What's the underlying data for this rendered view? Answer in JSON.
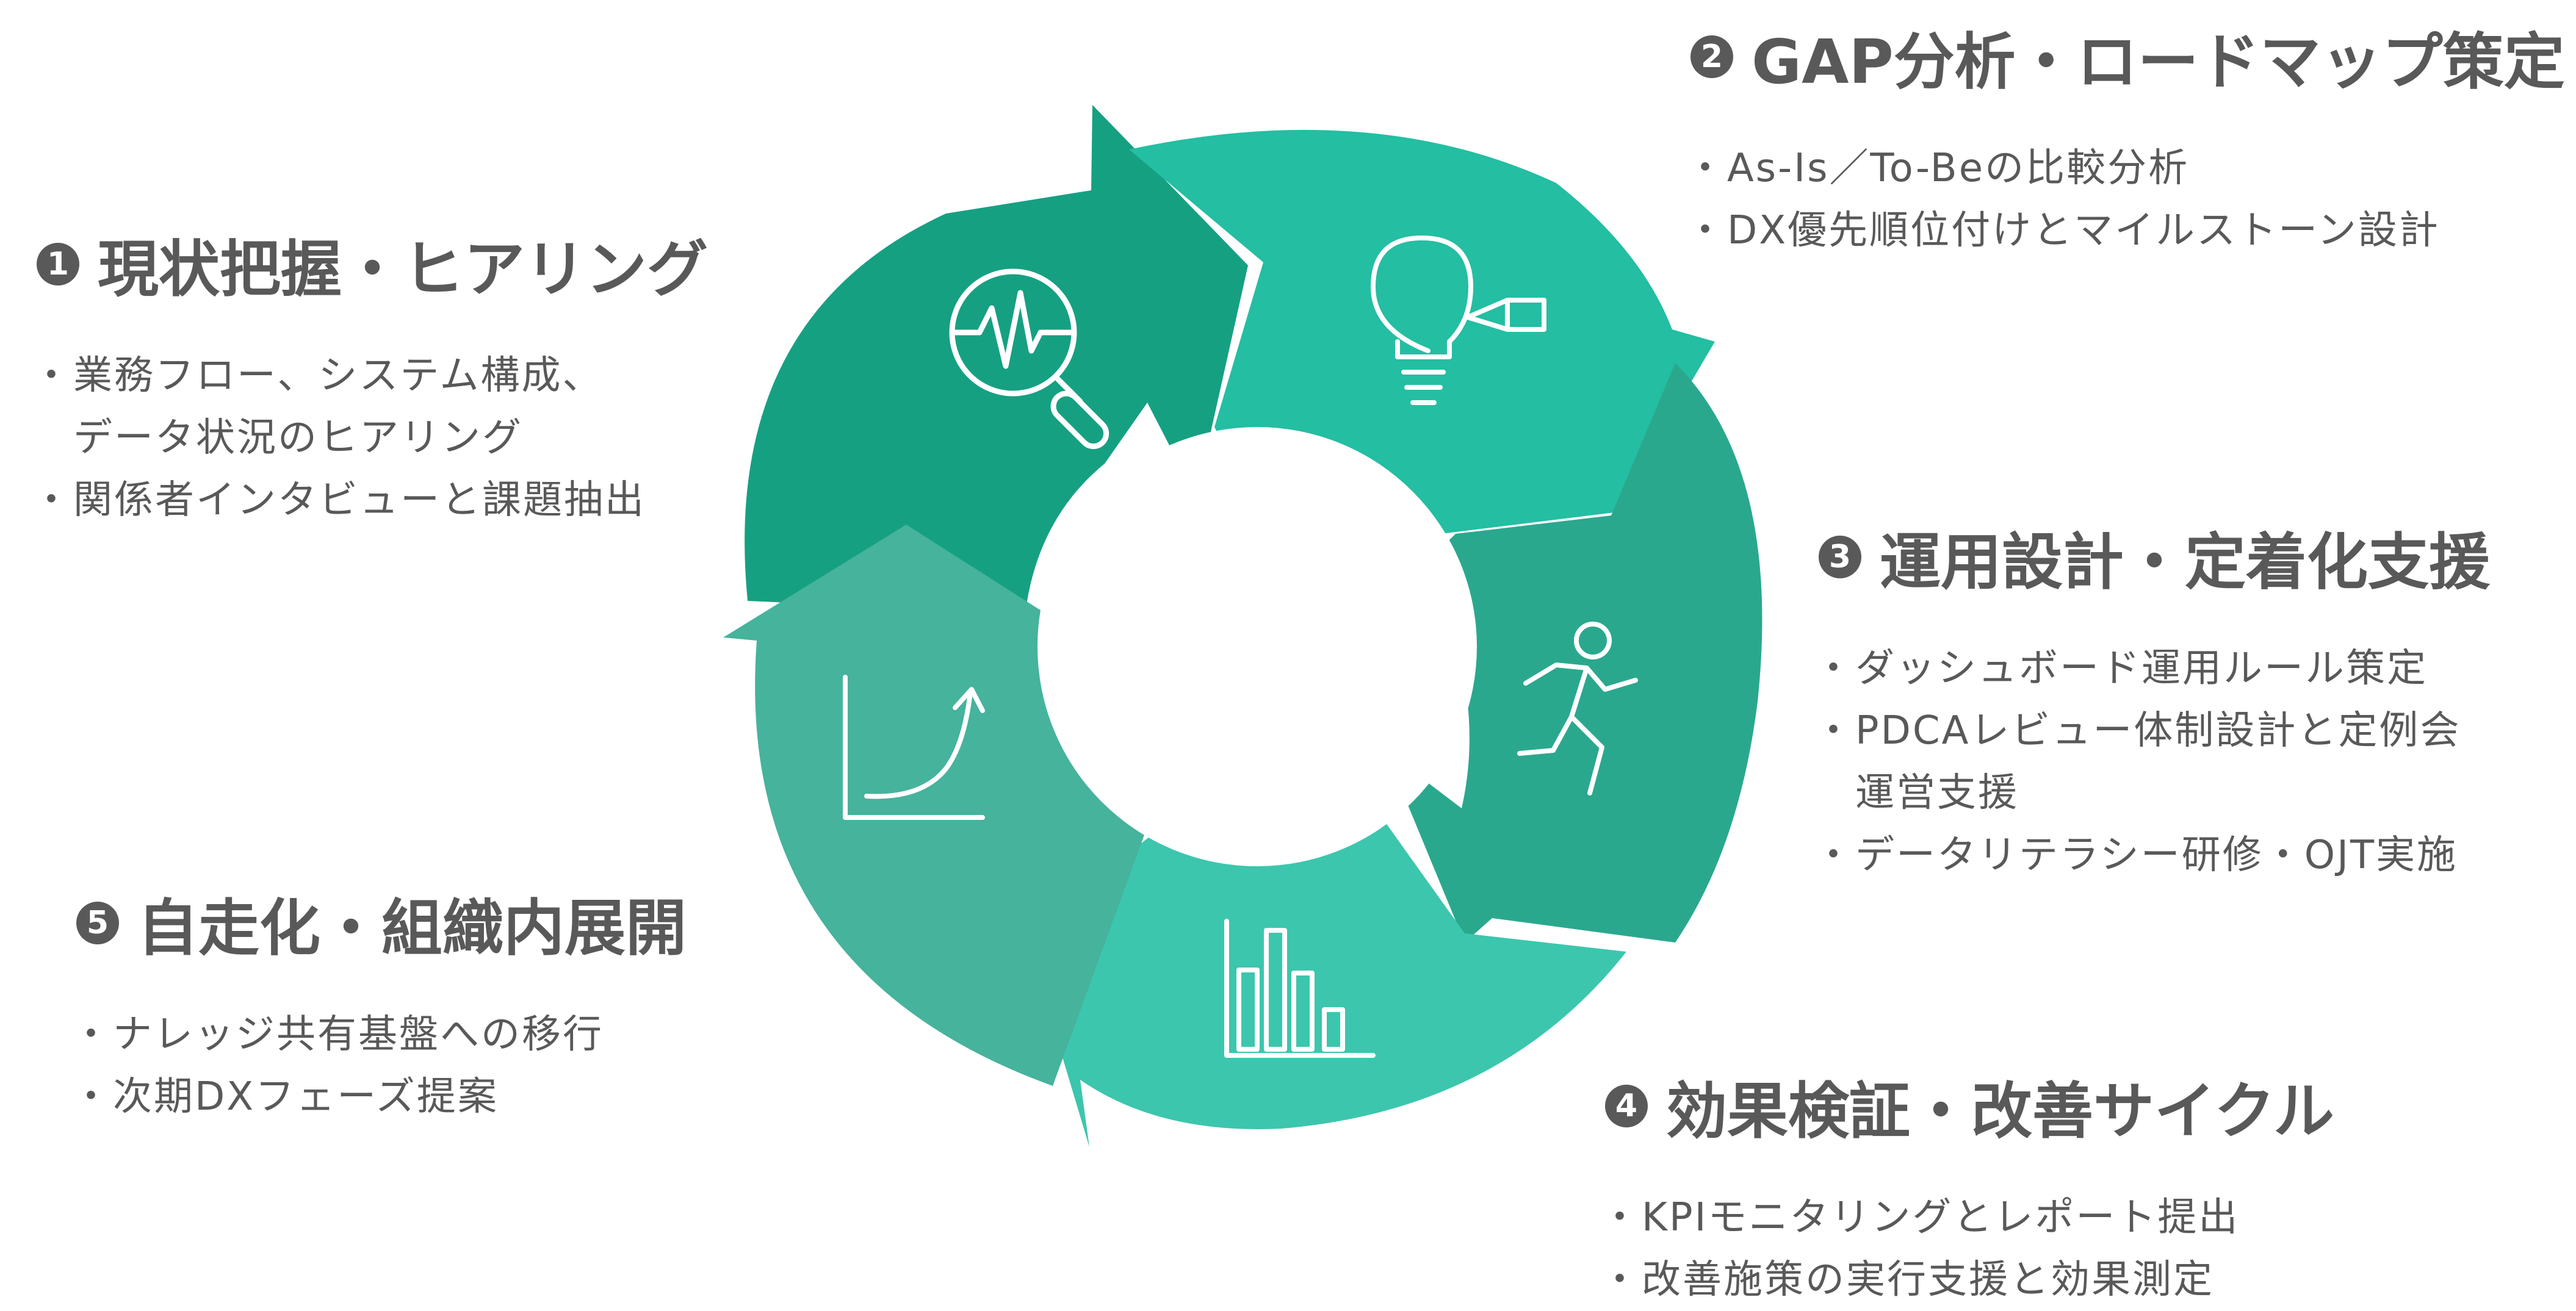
{
  "segments": [
    {
      "id": 1,
      "color": "#16a082",
      "icon": "magnifier-pulse-icon"
    },
    {
      "id": 2,
      "color": "#24bea2",
      "icon": "lightbulb-pencil-icon"
    },
    {
      "id": 3,
      "color": "#2aa88e",
      "icon": "running-person-icon"
    },
    {
      "id": 4,
      "color": "#3cc6ad",
      "icon": "bar-chart-icon"
    },
    {
      "id": 5,
      "color": "#46b39c",
      "icon": "growth-curve-icon"
    }
  ],
  "steps": [
    {
      "num": "1",
      "title": "現状把握・ヒアリング",
      "items": [
        "業務フロー、システム構成、",
        "データ状況のヒアリング",
        "関係者インタビューと課題抽出"
      ]
    },
    {
      "num": "2",
      "title": "GAP分析・ロードマップ策定",
      "items": [
        "As-Is／To-Beの比較分析",
        "DX優先順位付けとマイルストーン設計"
      ]
    },
    {
      "num": "3",
      "title": "運用設計・定着化支援",
      "items": [
        "ダッシュボード運用ルール策定",
        "PDCAレビュー体制設計と定例会",
        "運営支援",
        "データリテラシー研修・OJT実施"
      ]
    },
    {
      "num": "4",
      "title": "効果検証・改善サイクル",
      "items": [
        "KPIモニタリングとレポート提出",
        "改善施策の実行支援と効果測定"
      ]
    },
    {
      "num": "5",
      "title": "自走化・組織内展開",
      "items": [
        "ナレッジ共有基盤への移行",
        "次期DXフェーズ提案"
      ]
    }
  ]
}
